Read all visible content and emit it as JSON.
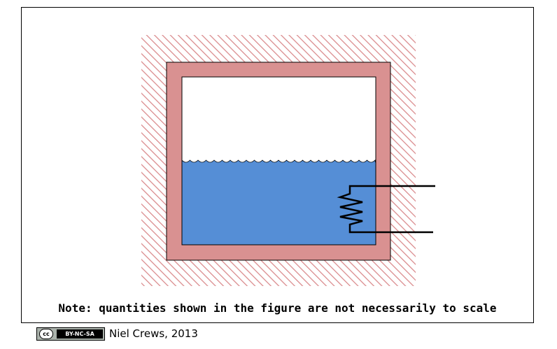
{
  "note": "Note: quantities shown in the figure are not necessarily to scale",
  "credit": {
    "license_icon_text": "cc",
    "license_text": "BY-NC-SA",
    "author": "Niel Crews, 2013"
  },
  "colors": {
    "insulation_hatch": "#d9888a",
    "wall": "#d99191",
    "water": "#558ed6",
    "frame": "#000000"
  }
}
